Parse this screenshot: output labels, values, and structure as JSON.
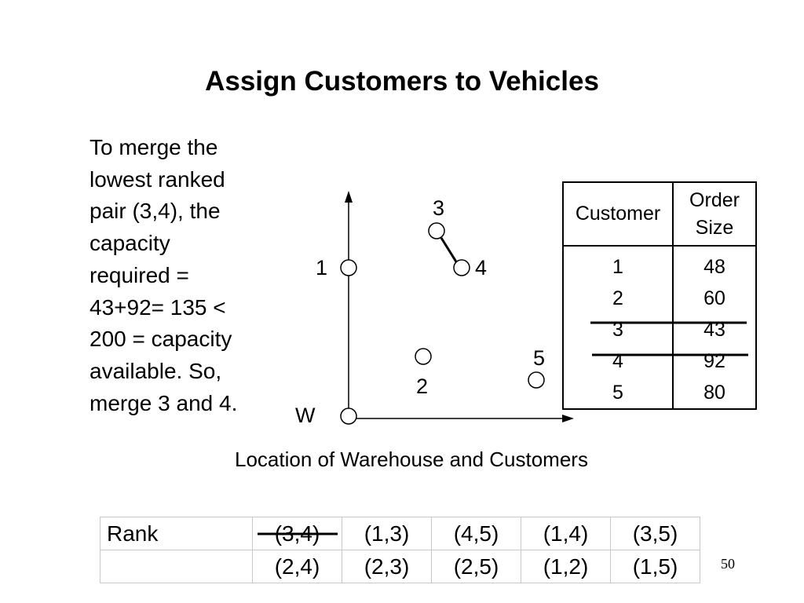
{
  "title": "Assign Customers to Vehicles",
  "body_lines": [
    "To merge the",
    "lowest ranked",
    "pair (3,4), the",
    "capacity",
    "required =",
    "43+92= 135 <",
    "200 = capacity",
    "available. So,",
    "merge 3 and 4."
  ],
  "diagram": {
    "warehouse_label": "W",
    "customer_labels": [
      "1",
      "2",
      "3",
      "4",
      "5"
    ],
    "caption": "Location of Warehouse and Customers"
  },
  "customer_table": {
    "headers": [
      "Customer",
      "Order Size"
    ],
    "rows": [
      {
        "customer": "1",
        "order": "48",
        "struck": false
      },
      {
        "customer": "2",
        "order": "60",
        "struck": false
      },
      {
        "customer": "3",
        "order": "43",
        "struck": true
      },
      {
        "customer": "4",
        "order": "92",
        "struck": true
      },
      {
        "customer": "5",
        "order": "80",
        "struck": false
      }
    ]
  },
  "rank_table": {
    "label": "Rank",
    "row1": [
      "(3,4)",
      "(1,3)",
      "(4,5)",
      "(1,4)",
      "(3,5)"
    ],
    "row2": [
      "(2,4)",
      "(2,3)",
      "(2,5)",
      "(1,2)",
      "(1,5)"
    ],
    "struck_pair": "(3,4)"
  },
  "page_number": "50"
}
